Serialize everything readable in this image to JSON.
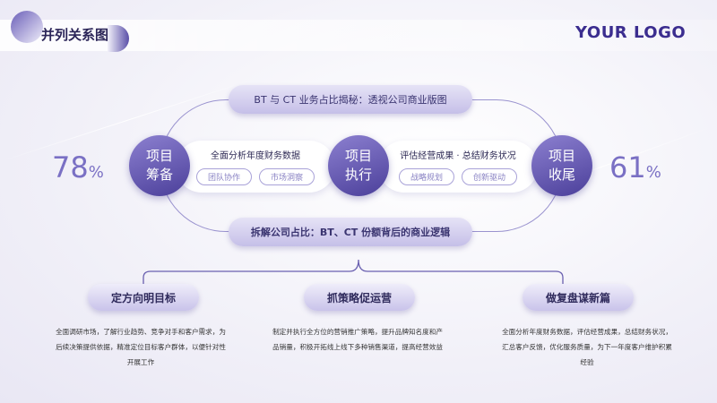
{
  "header": {
    "title": "并列关系图",
    "logo": "YOUR LOGO"
  },
  "top_pill": "BT 与 CT 业务占比揭秘：透视公司商业版图",
  "bottom_pill": "拆解公司占比：BT、CT 份额背后的商业逻辑",
  "stages": [
    {
      "line1": "项目",
      "line2": "筹备"
    },
    {
      "line1": "项目",
      "line2": "执行"
    },
    {
      "line1": "项目",
      "line2": "收尾"
    }
  ],
  "cards": [
    {
      "heading": "全面分析年度财务数据",
      "tags": [
        "团队协作",
        "市场洞察"
      ]
    },
    {
      "heading": "评估经营成果 · 总结财务状况",
      "tags": [
        "战略规划",
        "创新驱动"
      ]
    }
  ],
  "stats": [
    {
      "value": "78",
      "unit": "%"
    },
    {
      "value": "61",
      "unit": "%"
    }
  ],
  "sections": [
    {
      "title": "定方向明目标",
      "text": "全面调研市场，了解行业趋势、竞争对手和客户需求，为后续决策提供依据，精准定位目标客户群体，以便针对性开展工作"
    },
    {
      "title": "抓策略促运营",
      "text": "制定并执行全方位的营销推广策略，提升品牌知名度和产品销量，积极开拓线上线下多种销售渠道，提高经营效益"
    },
    {
      "title": "做复盘谋新篇",
      "text": "全面分析年度财务数据，评估经营成果，总结财务状况，汇总客户反馈，优化服务质量，为下一年度客户维护积累经验"
    }
  ]
}
